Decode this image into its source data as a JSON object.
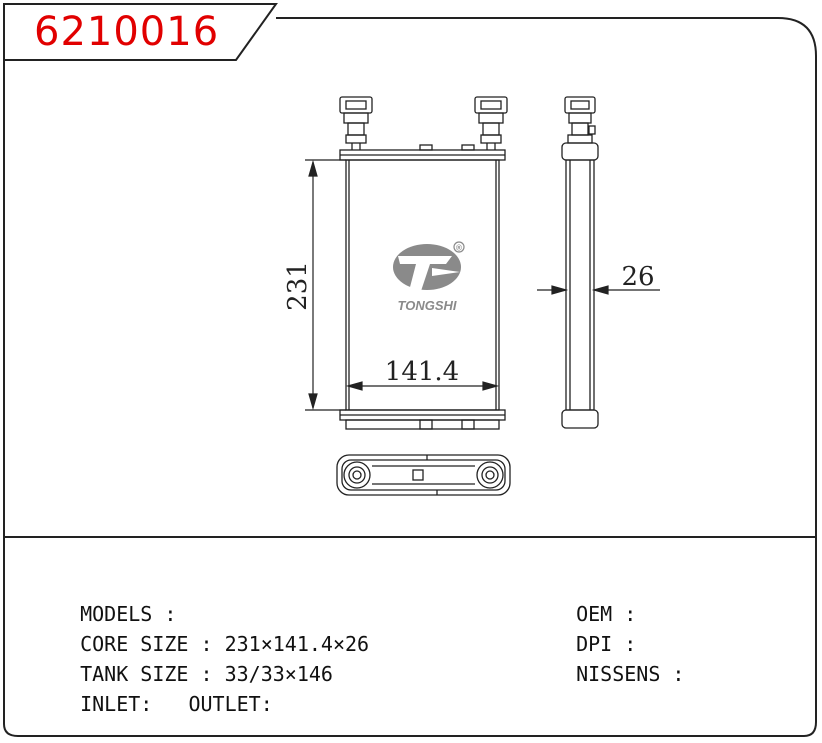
{
  "part_code": "6210016",
  "brand_logo_text": "TONGSHI",
  "brand_registered_mark": "®",
  "dimensions": {
    "height": "231",
    "width": "141.4",
    "thickness": "26"
  },
  "specs": {
    "models_label": "MODELS :",
    "models_value": "",
    "core_label": "CORE SIZE :",
    "core_value": "231×141.4×26",
    "tank_label": "TANK SIZE :",
    "tank_value": "33/33×146",
    "inlet_label": "INLET:",
    "outlet_label": "OUTLET:",
    "oem_label": "OEM :",
    "dpi_label": "DPI :",
    "nissens_label": "NISSENS :"
  },
  "colors": {
    "code_red": "#e10000",
    "line": "#222222",
    "logo_gray": "#8a8a8a"
  }
}
